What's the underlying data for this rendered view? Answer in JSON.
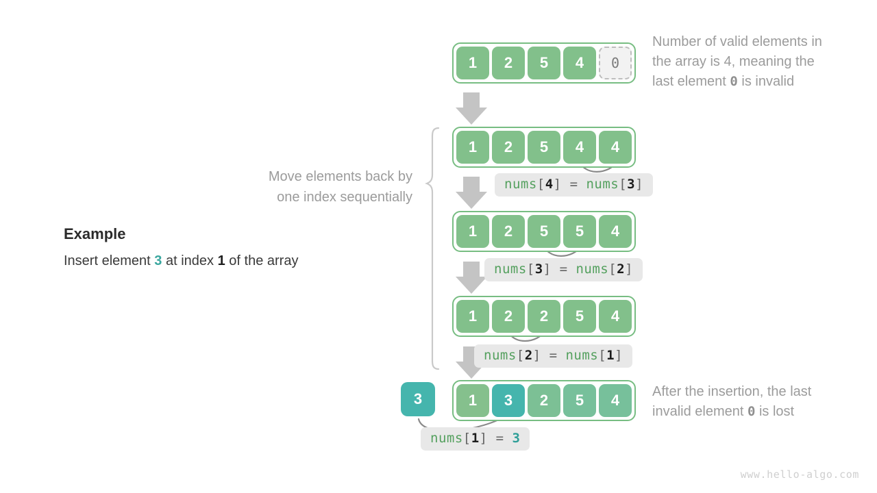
{
  "meta": {
    "footer": "www.hello-algo.com",
    "colors": {
      "green": "#82c08b",
      "green_border": "#77bd82",
      "teal": "#45b5ad",
      "invalid_fill": "#f2f2f2",
      "invalid_border": "#bdbdbd",
      "arrow_gray": "#c4c4c4",
      "curve_gray": "#8a8a8a",
      "note_text": "#9b9b9b",
      "code_bg": "#e8e8e8",
      "code_fn": "#54a05e"
    }
  },
  "example": {
    "title": "Example",
    "line_prefix": "Insert element ",
    "value": "3",
    "line_middle": " at index ",
    "index": "1",
    "line_suffix": " of the array"
  },
  "notes": {
    "top_part1": "Number of valid elements in\nthe array is 4, meaning the\nlast element ",
    "top_value": "0",
    "top_part2": " is invalid",
    "brace_label": "Move elements back by\none index sequentially",
    "bottom_part1": "After the insertion, the last\ninvalid element ",
    "bottom_value": "0",
    "bottom_part2": " is lost"
  },
  "steps": [
    {
      "id": "step-initial",
      "cells": [
        {
          "value": "1",
          "style": "normal"
        },
        {
          "value": "2",
          "style": "normal"
        },
        {
          "value": "5",
          "style": "normal"
        },
        {
          "value": "4",
          "style": "normal"
        },
        {
          "value": "0",
          "style": "invalid"
        }
      ],
      "code": null
    },
    {
      "id": "step-shift-4",
      "cells": [
        {
          "value": "1",
          "style": "normal"
        },
        {
          "value": "2",
          "style": "normal"
        },
        {
          "value": "5",
          "style": "normal"
        },
        {
          "value": "4",
          "style": "normal"
        },
        {
          "value": "4",
          "style": "normal"
        }
      ],
      "code": {
        "lhs_fn": "nums",
        "lhs_idx": "4",
        "rhs_fn": "nums",
        "rhs_idx": "3",
        "eq": "="
      }
    },
    {
      "id": "step-shift-3",
      "cells": [
        {
          "value": "1",
          "style": "normal"
        },
        {
          "value": "2",
          "style": "normal"
        },
        {
          "value": "5",
          "style": "normal"
        },
        {
          "value": "5",
          "style": "normal"
        },
        {
          "value": "4",
          "style": "normal"
        }
      ],
      "code": {
        "lhs_fn": "nums",
        "lhs_idx": "3",
        "rhs_fn": "nums",
        "rhs_idx": "2",
        "eq": "="
      }
    },
    {
      "id": "step-shift-2",
      "cells": [
        {
          "value": "1",
          "style": "normal"
        },
        {
          "value": "2",
          "style": "normal"
        },
        {
          "value": "2",
          "style": "normal"
        },
        {
          "value": "5",
          "style": "normal"
        },
        {
          "value": "4",
          "style": "normal"
        }
      ],
      "code": {
        "lhs_fn": "nums",
        "lhs_idx": "2",
        "rhs_fn": "nums",
        "rhs_idx": "1",
        "eq": "="
      }
    },
    {
      "id": "step-final",
      "source_box": "3",
      "cells": [
        {
          "value": "1",
          "style": "g1"
        },
        {
          "value": "3",
          "style": "teal"
        },
        {
          "value": "2",
          "style": "g2"
        },
        {
          "value": "5",
          "style": "g3"
        },
        {
          "value": "4",
          "style": "g3"
        }
      ],
      "code": {
        "lhs_fn": "nums",
        "lhs_idx": "1",
        "eq": "=",
        "rhs_value": "3"
      }
    }
  ]
}
